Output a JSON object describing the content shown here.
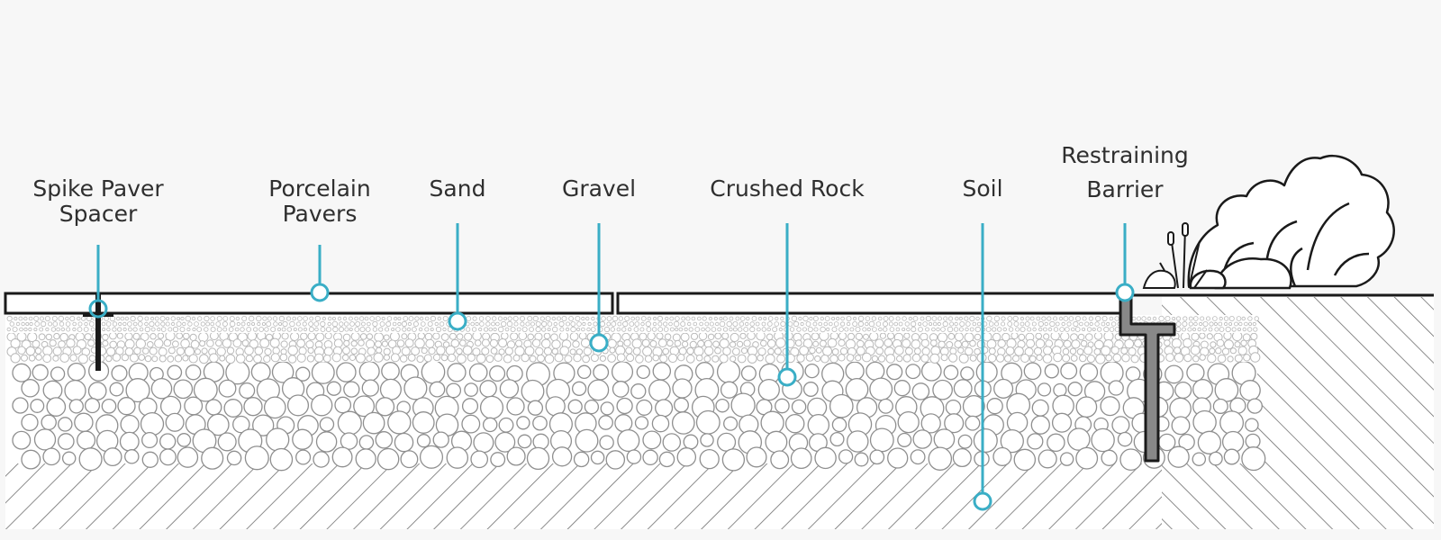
{
  "labels": {
    "spike_paver_spacer": {
      "line1": "Spike Paver",
      "line2": "Spacer"
    },
    "porcelain_pavers": {
      "line1": "Porcelain",
      "line2": "Pavers"
    },
    "sand": "Sand",
    "gravel": "Gravel",
    "crushed_rock": "Crushed Rock",
    "soil": "Soil",
    "restraining_barrier": {
      "line1": "Restraining",
      "line2": "Barrier"
    }
  },
  "colors": {
    "accent": "#3aaec6",
    "ink": "#1a1a1a",
    "text": "#2f2f2f",
    "background": "#f7f7f7",
    "layer_fill": "#ffffff",
    "pebble": "#b9b9b9",
    "rock": "#8f8f8f",
    "hatch": "#6f6f6f"
  }
}
